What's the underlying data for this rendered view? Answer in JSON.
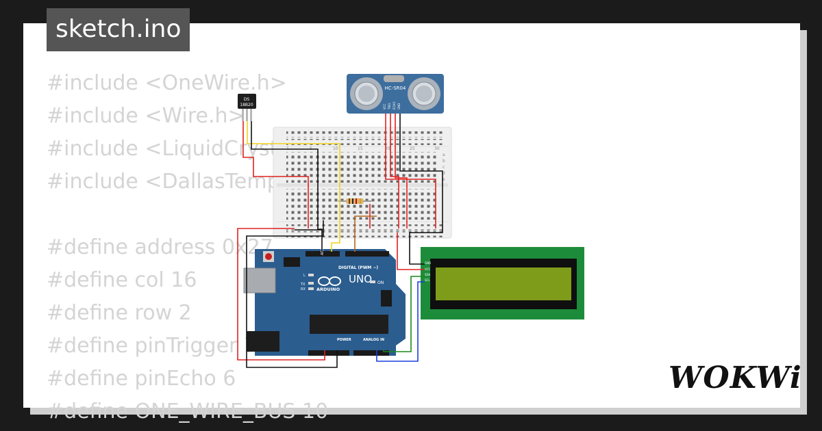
{
  "tab": {
    "title": "sketch.ino"
  },
  "code_lines": [
    "#include <OneWire.h>",
    "#include <Wire.h>",
    "#include <LiquidCrystal_I2C.h>",
    "#include <DallasTemperature.h>",
    "",
    "#define address 0x27",
    "#define col 16",
    "#define row 2",
    "#define pinTrigger 7",
    "#define pinEcho 6",
    "#define ONE_WIRE_BUS 10"
  ],
  "components": {
    "temp_sensor": {
      "label_top": "DS",
      "label_bottom": "18B20"
    },
    "ultrasonic": {
      "label": "HC-SR04",
      "pins": [
        "VCC",
        "TRIG",
        "ECHO",
        "GND"
      ]
    },
    "arduino": {
      "brand": "ARDUINO",
      "model": "UNO",
      "on_label": "ON",
      "digital_label": "DIGITAL (PWM ~)",
      "power_label": "POWER",
      "analog_label": "ANALOG IN",
      "l_label": "L",
      "tx_label": "TX",
      "rx_label": "RX",
      "aref_label": "AREF"
    },
    "lcd": {
      "pins": [
        "GND",
        "VCC",
        "SDA",
        "SCL"
      ]
    },
    "breadboard": {
      "col_numbers": [
        "1",
        "5",
        "10",
        "15",
        "20",
        "25",
        "30"
      ],
      "row_letters": [
        "a",
        "b",
        "c",
        "d",
        "e"
      ]
    }
  },
  "logo": {
    "text": "WOKWi"
  },
  "colors": {
    "background": "#1b1b1b",
    "card": "#ffffff",
    "tab": "#555555",
    "code_text": "#d4d4d4",
    "arduino_blue": "#2b5d8f",
    "lcd_green": "#1d8c3a",
    "lcd_screen": "#7f9b1a",
    "sensor_blue": "#3d6e9e",
    "wire_red": "#e02020",
    "wire_black": "#111111",
    "wire_yellow": "#f2d21b",
    "wire_green": "#1a8a1a",
    "wire_blue": "#1a3ee0",
    "wire_brown": "#b5651d"
  }
}
